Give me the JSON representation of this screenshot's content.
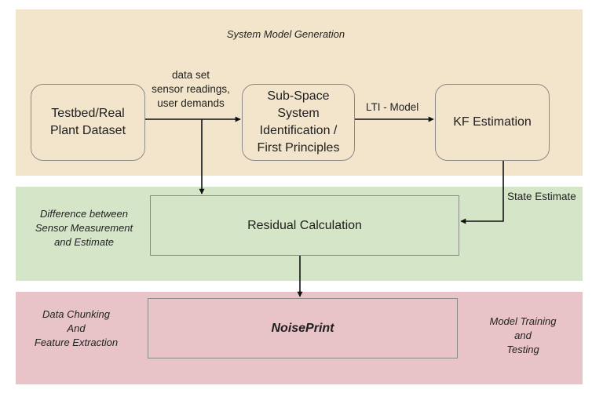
{
  "colors": {
    "top_band": "#f3e5cc",
    "middle_band": "#d5e5c8",
    "bottom_band": "#e8c4c8",
    "box_top": "#f3e5cc",
    "box_middle": "#d5e5c8",
    "box_bottom": "#e8c4c8",
    "border": "#8a8a8a",
    "arrow": "#111111"
  },
  "bands": {
    "top": {
      "title": "System Model Generation"
    },
    "middle": {
      "side_label": "Difference between\nSensor Measurement\nand Estimate"
    },
    "bottom": {
      "left_label": "Data Chunking\nAnd\nFeature Extraction",
      "right_label": "Model Training\nand\nTesting"
    }
  },
  "boxes": {
    "dataset": "Testbed/Real\nPlant Dataset",
    "subspace": "Sub-Space\nSystem\nIdentification /\nFirst Principles",
    "kf": "KF Estimation",
    "residual": "Residual Calculation",
    "noiseprint": "NoisePrint"
  },
  "edges": {
    "dataset_to_subspace": "data set\nsensor readings,\nuser demands",
    "subspace_to_kf": "LTI - Model",
    "kf_to_residual": "State Estimate"
  }
}
